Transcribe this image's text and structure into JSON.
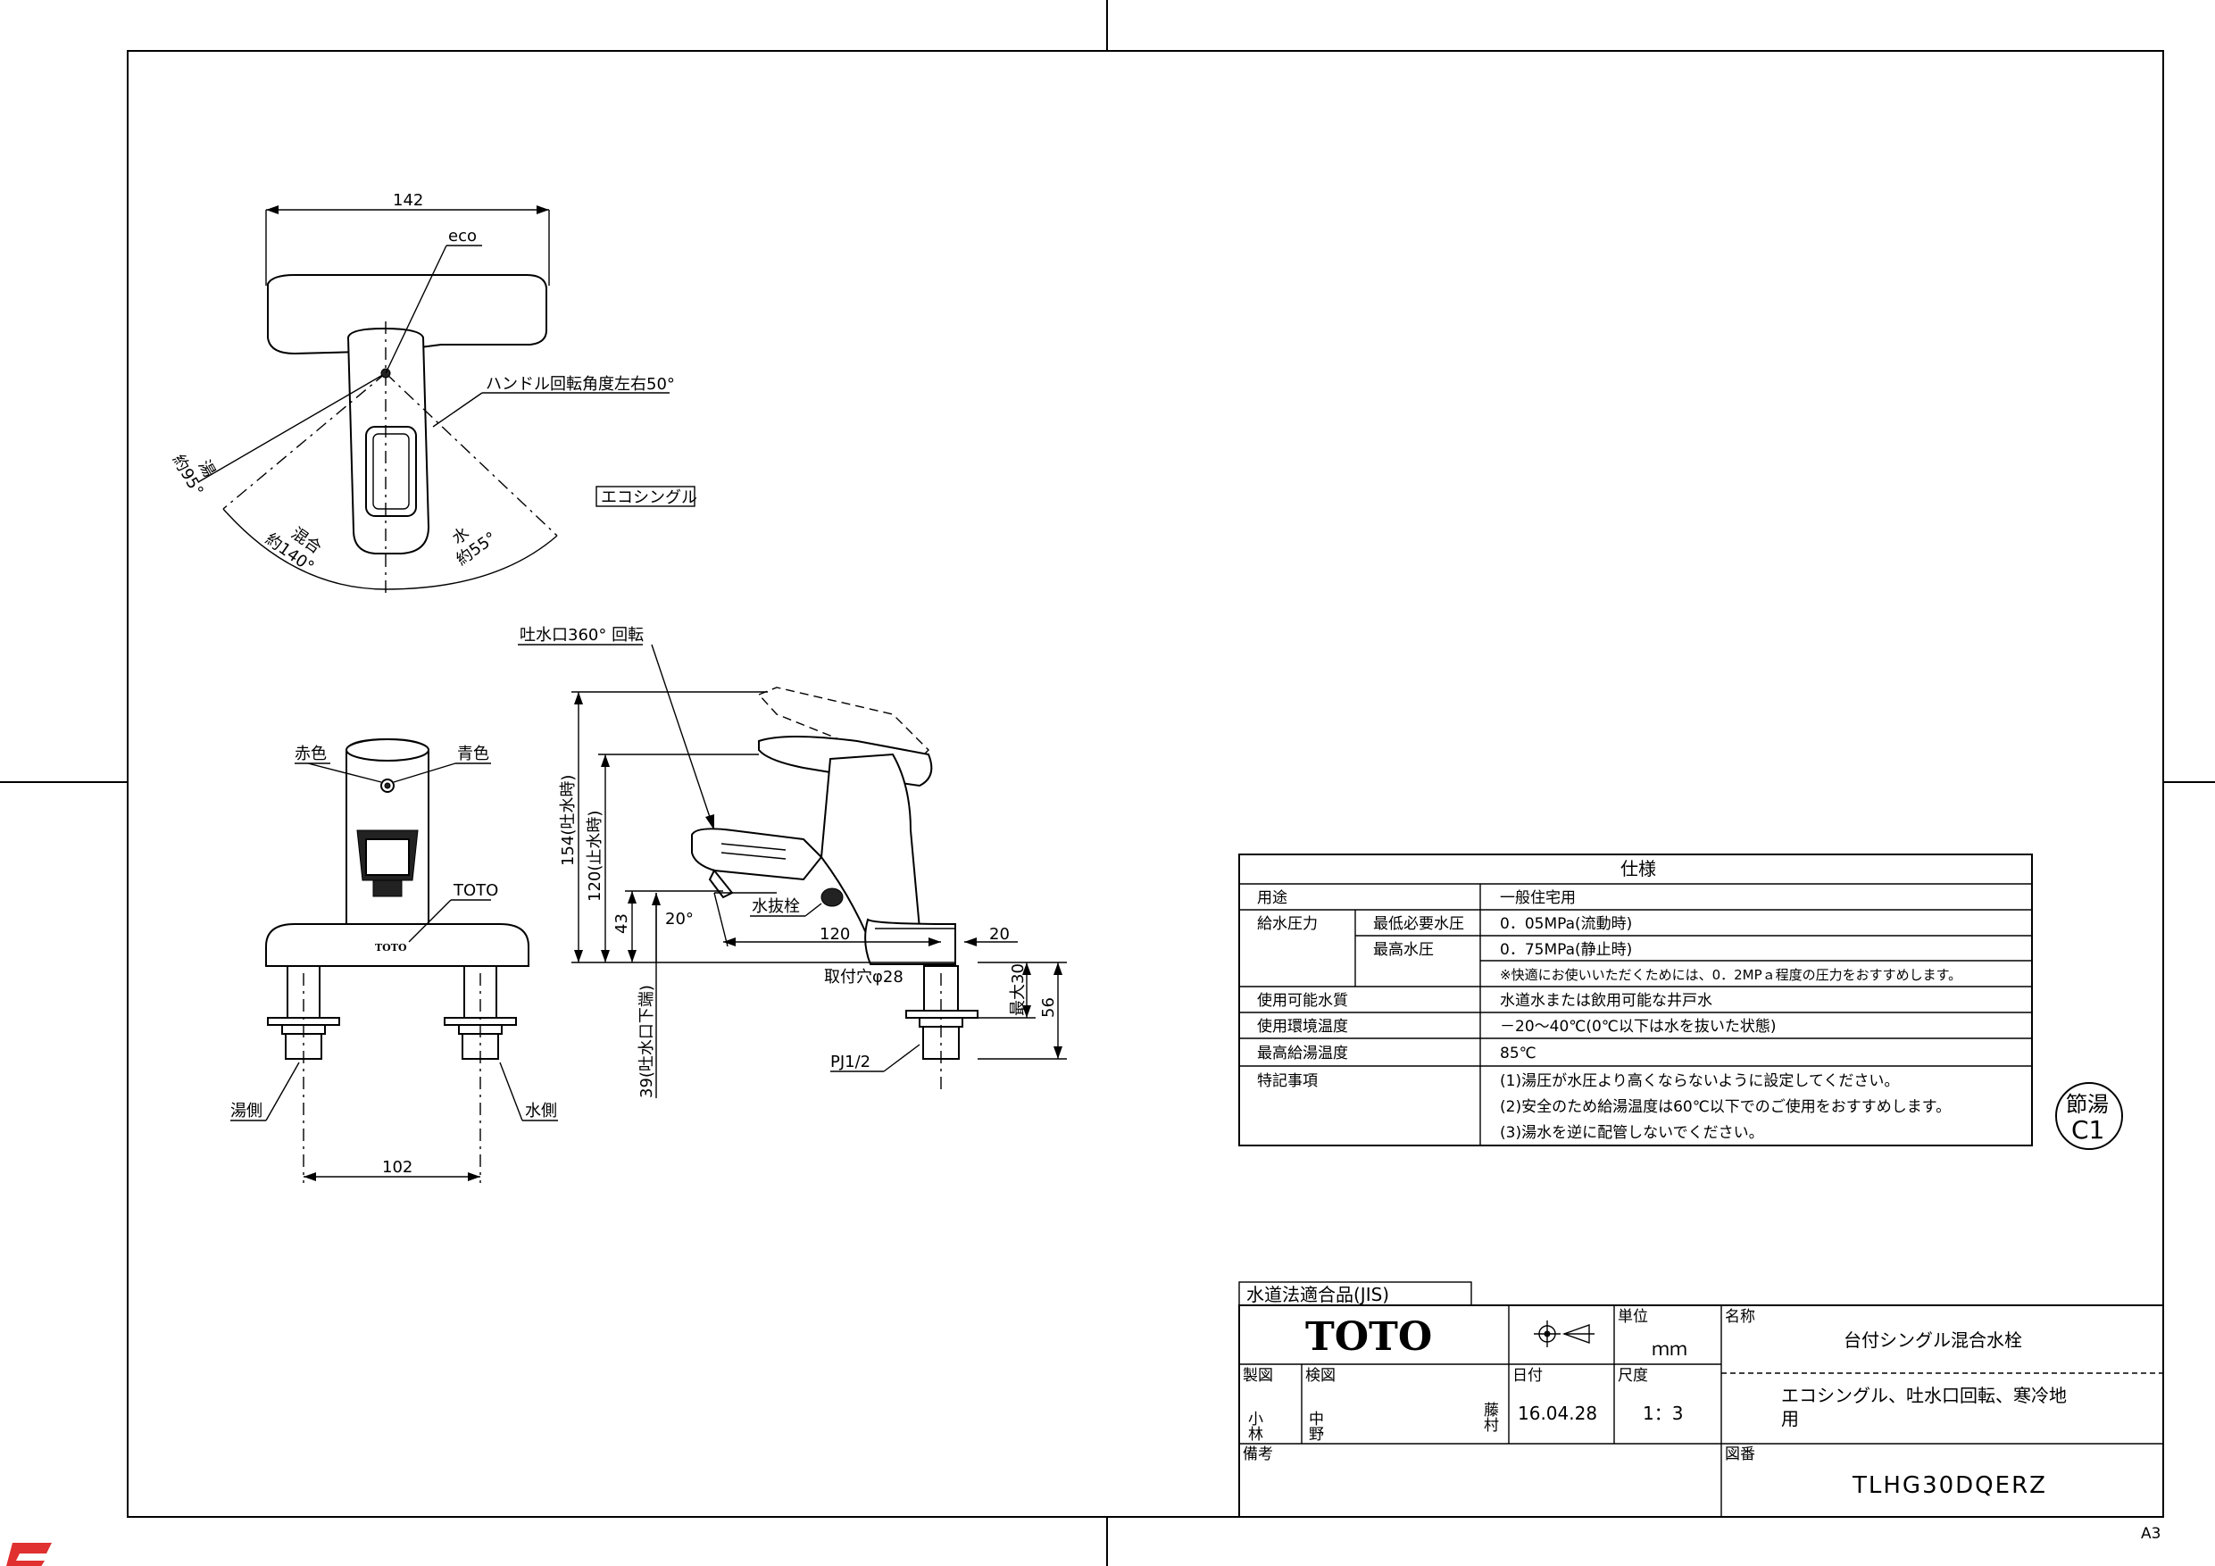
{
  "drawing": {
    "dims": {
      "width_142": "142",
      "eco": "eco",
      "handle_angle": "ハンドル回転角度左右50°",
      "hot_label": "湯",
      "hot_angle": "約95°",
      "mix_label": "混合",
      "mix_angle": "約140°",
      "cold_label": "水",
      "cold_angle": "約55°",
      "eco_single_tag": "エコシングル",
      "spout_rotation": "吐水口360° 回転",
      "red": "赤色",
      "blue": "青色",
      "toto_label": "TOTO",
      "toto_mark": "TOTO",
      "hot_side": "湯側",
      "cold_side": "水側",
      "width_102": "102",
      "h154": "154(吐水時)",
      "h120": "120(止水時)",
      "h43": "43",
      "h39": "39(吐水口下端)",
      "angle20": "20°",
      "drain_plug": "水抜栓",
      "len120": "120",
      "len20": "20",
      "mount_hole": "取付穴φ28",
      "max30": "最大30",
      "h56": "56",
      "pj": "PJ1/2"
    },
    "spec": {
      "title": "仕様",
      "rows": [
        {
          "label": "用途",
          "sub": "",
          "value": "一般住宅用"
        },
        {
          "label": "給水圧力",
          "sub": "最低必要水圧",
          "value": "0．05MPa(流動時)"
        },
        {
          "label": "",
          "sub": "最高水圧",
          "value": "0．75MPa(静止時)"
        },
        {
          "label": "",
          "sub": "",
          "value": "※快適にお使いいただくためには、0．2MPａ程度の圧力をおすすめします。"
        },
        {
          "label": "使用可能水質",
          "sub": "",
          "value": "水道水または飲用可能な井戸水"
        },
        {
          "label": "使用環境温度",
          "sub": "",
          "value": "－20～40℃(0℃以下は水を抜いた状態)"
        },
        {
          "label": "最高給湯温度",
          "sub": "",
          "value": "85℃"
        },
        {
          "label": "特記事項",
          "sub": "",
          "value": "(1)湯圧が水圧より高くならないように設定してください。"
        },
        {
          "label": "",
          "sub": "",
          "value": "(2)安全のため給湯温度は60℃以下でのご使用をおすすめします。"
        },
        {
          "label": "",
          "sub": "",
          "value": "(3)湯水を逆に配管しないでください。"
        }
      ]
    },
    "stamp": {
      "line1": "節湯",
      "line2": "C1"
    },
    "title_block": {
      "jis": "水道法適合品(JIS)",
      "brand": "TOTO",
      "unit_label": "単位",
      "unit_value": "ｍｍ",
      "name_label": "名称",
      "name_value": "台付シングル混合水栓",
      "drawn_label": "製図",
      "drawn_name1": "小林",
      "checked_label": "検図",
      "checked_name1": "中野",
      "checked_name2": "藤村",
      "date_label": "日付",
      "date_value": "16.04.28",
      "scale_label": "尺度",
      "scale_value": "1：3",
      "desc_line1": "エコシングル、吐水口回転、寒冷地",
      "desc_line2": "用",
      "remarks_label": "備考",
      "dwg_label": "図番",
      "dwg_value": "TLHG30DQERZ"
    },
    "sheet_size": "A3"
  }
}
